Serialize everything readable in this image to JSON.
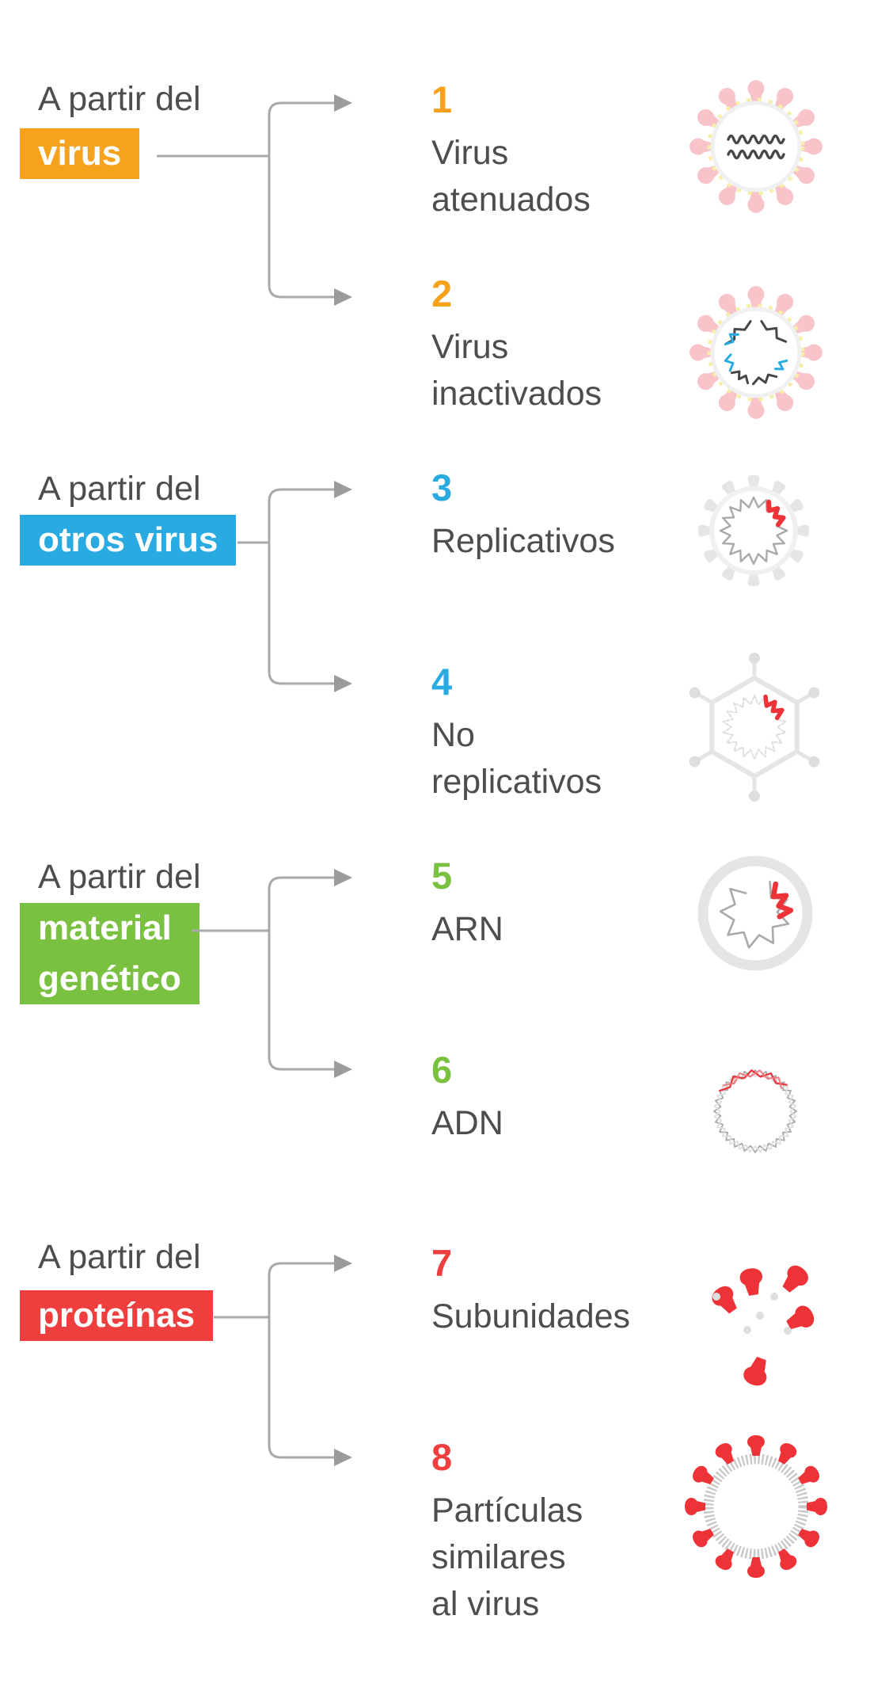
{
  "page": {
    "background": "#FFFFFF",
    "text_color": "#4D4D4D",
    "line_color": "#A9A9A9",
    "arrow_color": "#9B9B9B"
  },
  "sections": [
    {
      "prefix": "A partir del",
      "chip": "virus",
      "color": "#F6A21C",
      "items": [
        {
          "number": "1",
          "label": "Virus\natenuados",
          "icon": "attenuated-virus"
        },
        {
          "number": "2",
          "label": "Virus\ninactivados",
          "icon": "inactivated-virus"
        }
      ]
    },
    {
      "prefix": "A partir del",
      "chip": "otros virus",
      "color": "#29ABE2",
      "items": [
        {
          "number": "3",
          "label": "Replicativos",
          "icon": "replicative-vector-virus"
        },
        {
          "number": "4",
          "label": "No\nreplicativos",
          "icon": "non-replicative-vector-virus"
        }
      ]
    },
    {
      "prefix": "A partir del",
      "chip": "material\ngenético",
      "color": "#7AC142",
      "items": [
        {
          "number": "5",
          "label": "ARN",
          "icon": "rna-nanoparticle"
        },
        {
          "number": "6",
          "label": "ADN",
          "icon": "dna-plasmid"
        }
      ]
    },
    {
      "prefix": "A partir del",
      "chip": "proteínas",
      "color": "#EF3E3E",
      "items": [
        {
          "number": "7",
          "label": "Subunidades",
          "icon": "protein-subunits"
        },
        {
          "number": "8",
          "label": "Partículas\nsimilares\nal virus",
          "icon": "virus-like-particle"
        }
      ]
    }
  ],
  "icon_colors": {
    "pink": "#F8C3C9",
    "pale_yellow": "#F7EFA6",
    "shell_gray": "#F0F0F0",
    "light_gray": "#E5E5E5",
    "mid_gray": "#A9A9A9",
    "dot_gray": "#DEDEDE",
    "dark": "#474747",
    "blue": "#29ABE2",
    "red": "#EE3338",
    "soft_red": "#F3797D",
    "ring_gray": "#C8C8C8"
  }
}
